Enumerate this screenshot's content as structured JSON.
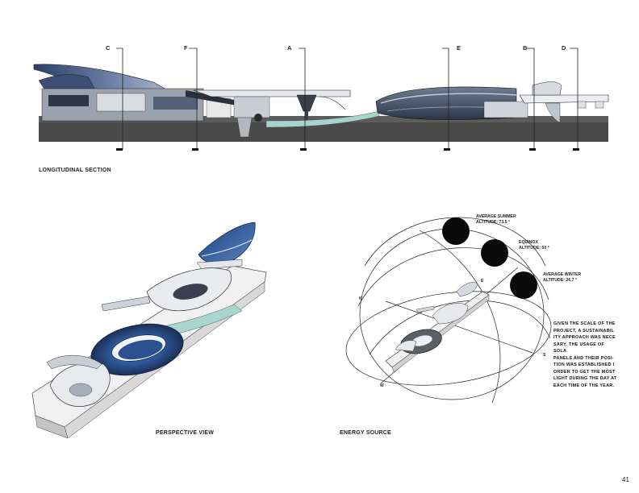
{
  "section": {
    "caption": "LONGITUDINAL SECTION",
    "markers": [
      {
        "letter": "C"
      },
      {
        "letter": "F"
      },
      {
        "letter": "A"
      },
      {
        "letter": "E"
      },
      {
        "letter": "B"
      },
      {
        "letter": "D"
      }
    ]
  },
  "perspective": {
    "caption": "PERSPECTIVE VIEW"
  },
  "energy": {
    "caption": "ENERGY SOURCE",
    "suns": [
      {
        "label_line1": "AVERAGE SUMMER",
        "label_line2": "ALTITUDE: 73.5 °"
      },
      {
        "label_line1": "EQUINOX",
        "label_line2": "ALTITUDE: 50 °"
      },
      {
        "label_line1": "AVERAGE WINTER",
        "label_line2": "ALTITUDE: 26.7 °"
      }
    ],
    "directions": {
      "north": "N",
      "east": "E",
      "south": "S",
      "west": "W"
    },
    "paragraph": [
      "GIVEN THE SCALE OF THE",
      "PROJECT, A SUSTAINABIL",
      "ITY APPROACH WAS NECE",
      "SARY. THE USAGE OF SOLA",
      "PANELS AND THEIR POSI-",
      "TION WAS ESTABLISHED I",
      "ORDER TO GET THE MOST",
      "LIGHT DURING THE DAY AT",
      "EACH TIME OF THE YEAR."
    ]
  },
  "page_number": "41",
  "colors": {
    "accent_blue": "#2b4f86",
    "teal": "#9fcfc8",
    "dark_gray": "#3c3c3c",
    "mid_gray": "#8a8a8a"
  }
}
